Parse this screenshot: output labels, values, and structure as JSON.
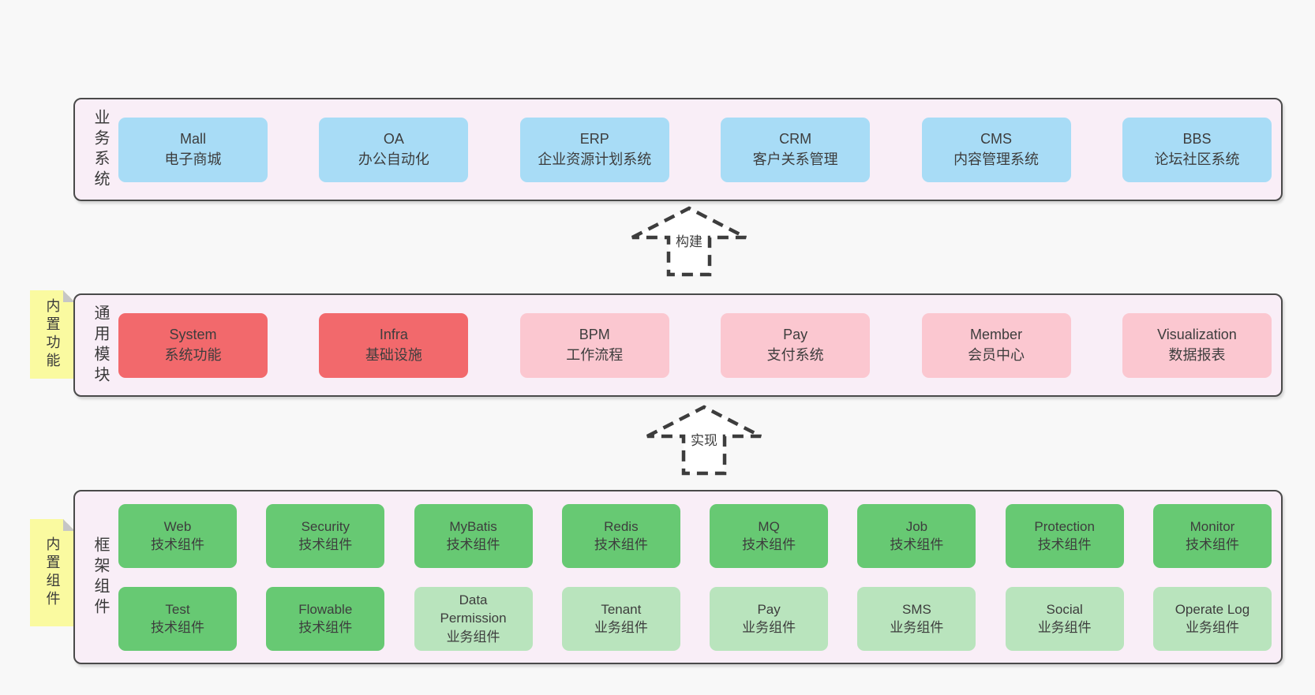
{
  "colors": {
    "page_bg": "#f8f8f8",
    "band_bg": "#f9eef7",
    "band_border": "#4a4a4a",
    "blue_box": "#a8dcf6",
    "red_box": "#f2696c",
    "pink_box": "#fbc7d0",
    "green_box": "#67c973",
    "green_light_box": "#b9e4bd",
    "sticky_yellow": "#fafaa0",
    "text": "#3d3d3d"
  },
  "arrows": [
    {
      "label": "构建"
    },
    {
      "label": "实现"
    }
  ],
  "bands": [
    {
      "label": "业务系统",
      "boxes": [
        {
          "en": "Mall",
          "zh": "电子商城"
        },
        {
          "en": "OA",
          "zh": "办公自动化"
        },
        {
          "en": "ERP",
          "zh": "企业资源计划系统"
        },
        {
          "en": "CRM",
          "zh": "客户关系管理"
        },
        {
          "en": "CMS",
          "zh": "内容管理系统"
        },
        {
          "en": "BBS",
          "zh": "论坛社区系统"
        }
      ]
    },
    {
      "label": "通用模块",
      "tab": "内置功能",
      "boxes": [
        {
          "en": "System",
          "zh": "系统功能"
        },
        {
          "en": "Infra",
          "zh": "基础设施"
        },
        {
          "en": "BPM",
          "zh": "工作流程"
        },
        {
          "en": "Pay",
          "zh": "支付系统"
        },
        {
          "en": "Member",
          "zh": "会员中心"
        },
        {
          "en": "Visualization",
          "zh": "数据报表"
        }
      ]
    },
    {
      "label": "框架组件",
      "tab": "内置组件",
      "rows": [
        [
          {
            "en": "Web",
            "zh": "技术组件"
          },
          {
            "en": "Security",
            "zh": "技术组件"
          },
          {
            "en": "MyBatis",
            "zh": "技术组件"
          },
          {
            "en": "Redis",
            "zh": "技术组件"
          },
          {
            "en": "MQ",
            "zh": "技术组件"
          },
          {
            "en": "Job",
            "zh": "技术组件"
          },
          {
            "en": "Protection",
            "zh": "技术组件"
          },
          {
            "en": "Monitor",
            "zh": "技术组件"
          }
        ],
        [
          {
            "en": "Test",
            "zh": "技术组件"
          },
          {
            "en": "Flowable",
            "zh": "技术组件"
          },
          {
            "en": "Data Permission",
            "zh": "业务组件"
          },
          {
            "en": "Tenant",
            "zh": "业务组件"
          },
          {
            "en": "Pay",
            "zh": "业务组件"
          },
          {
            "en": "SMS",
            "zh": "业务组件"
          },
          {
            "en": "Social",
            "zh": "业务组件"
          },
          {
            "en": "Operate Log",
            "zh": "业务组件"
          }
        ]
      ]
    }
  ]
}
